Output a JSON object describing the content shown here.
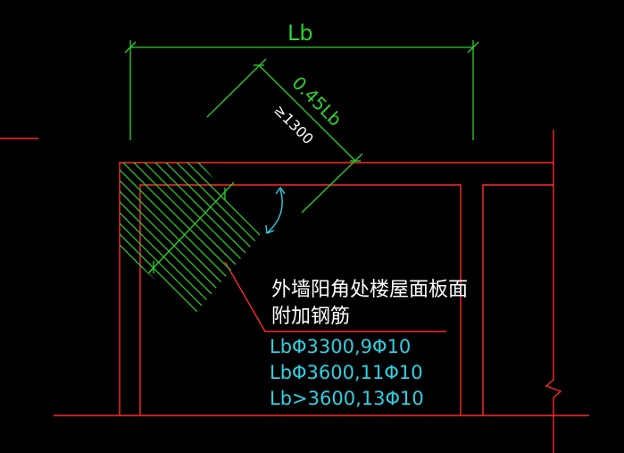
{
  "colors": {
    "background": "#000000",
    "wall": "#ff2a2a",
    "dimension": "#2fd12f",
    "hatch": "#2fd12f",
    "annotation": "#ffffff",
    "rule": "#2fd0e0"
  },
  "dimensions": {
    "span_label": "Lb",
    "diagonal_label": "0.45Lb",
    "min_label": "≥1300"
  },
  "note": {
    "line1": "外墙阳角处楼屋面板面",
    "line2": "附加钢筋"
  },
  "rules": [
    {
      "text": "LbΦ3300,9Φ10"
    },
    {
      "text": "LbΦ3600,11Φ10"
    },
    {
      "text": "Lb>3600,13Φ10"
    }
  ]
}
